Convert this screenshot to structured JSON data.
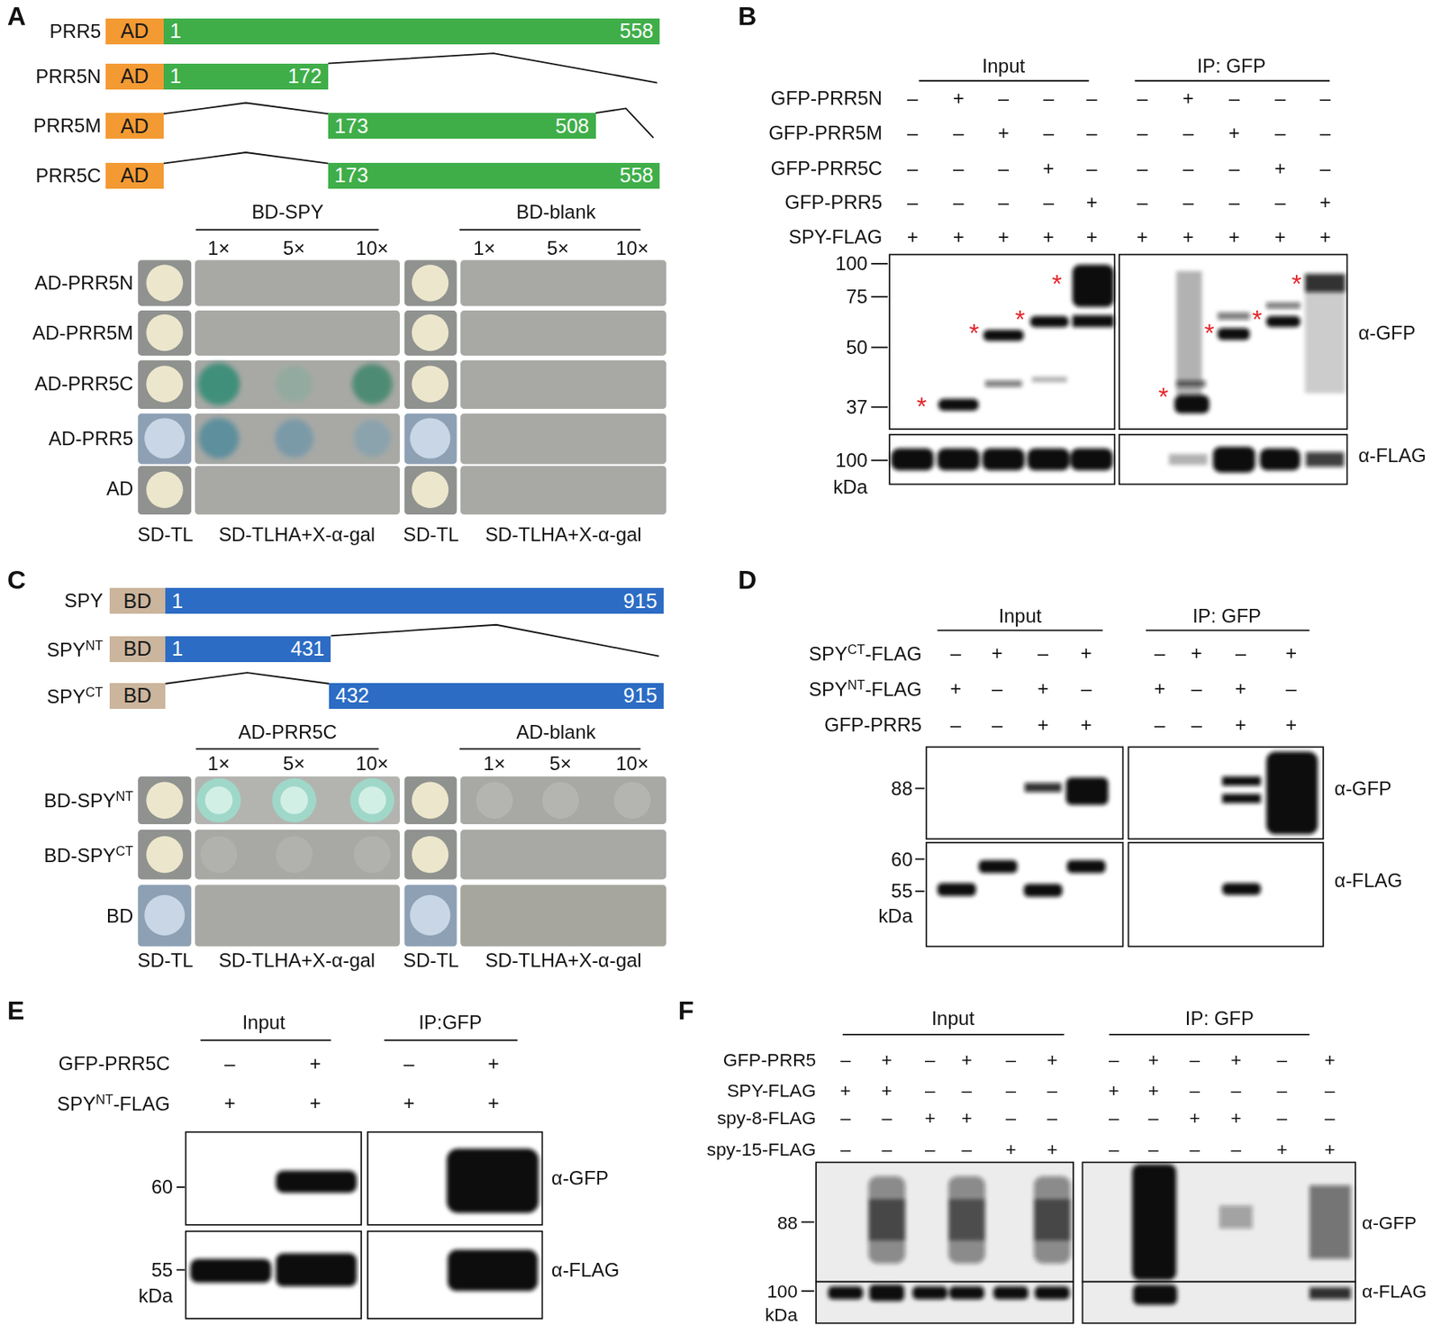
{
  "diagram": {
    "nodes": [
      {
        "text": [
          "AD"
        ]
      },
      {
        "text": [
          "1",
          "558"
        ]
      },
      {
        "text": [
          "AD"
        ]
      },
      {
        "text": [
          "1",
          "172"
        ]
      },
      {
        "text": [
          "AD"
        ]
      },
      {
        "text": [
          "173",
          "508"
        ]
      },
      {
        "text": [
          "AD"
        ]
      },
      {
        "text": [
          "173",
          "558"
        ]
      },
      {
        "text": [
          "BD"
        ]
      },
      {
        "text": [
          "1",
          "915"
        ]
      },
      {
        "text": [
          "BD"
        ]
      },
      {
        "text": [
          "1",
          "431"
        ]
      },
      {
        "text": [
          "BD"
        ]
      },
      {
        "text": [
          "432",
          "915"
        ]
      }
    ],
    "edges": [
      {
        "from": 4,
        "to": 5,
        "arrow": "none"
      },
      {
        "from": 6,
        "to": 7,
        "arrow": "none"
      },
      {
        "from": 12,
        "to": 13,
        "arrow": "none"
      }
    ],
    "labels": [
      "A",
      "PRR5",
      "PRR5N",
      "PRR5M",
      "PRR5C",
      "BD-SPY",
      "BD-blank",
      "1×",
      "5×",
      "10×",
      "1×",
      "5×",
      "10×",
      "AD-PRR5N",
      "AD-PRR5M",
      "AD-PRR5C",
      "AD-PRR5",
      "AD",
      "SD-TL",
      "SD-TLHA+X-α-gal",
      "SD-TL",
      "SD-TLHA+X-α-gal",
      "B",
      "Input",
      "IP: GFP",
      "GFP-PRR5N",
      "GFP-PRR5M",
      "GFP-PRR5C",
      "GFP-PRR5",
      "SPY-FLAG",
      "–",
      "+",
      "–",
      "–",
      "–",
      "–",
      "+",
      "–",
      "–",
      "–",
      "–",
      "–",
      "+",
      "–",
      "–",
      "–",
      "–",
      "+",
      "–",
      "–",
      "–",
      "–",
      "–",
      "+",
      "–",
      "–",
      "–",
      "–",
      "+",
      "–",
      "–",
      "–",
      "–",
      "–",
      "+",
      "–",
      "–",
      "–",
      "–",
      "+",
      "+",
      "+",
      "+",
      "+",
      "+",
      "+",
      "+",
      "+",
      "+",
      "+",
      "100",
      "75",
      "50",
      "37",
      "100",
      "kDa",
      "α-GFP",
      "α-FLAG",
      "*",
      "*",
      "*",
      "*",
      "*",
      "*",
      "*",
      "*",
      "C",
      "SPY",
      "SPY",
      "NT",
      "SPY",
      "CT",
      "AD-PRR5C",
      "AD-blank",
      "1×",
      "5×",
      "10×",
      "1×",
      "5×",
      "10×",
      "BD-SPY",
      "NT",
      "BD-SPY",
      "CT",
      "BD",
      "SD-TL",
      "SD-TLHA+X-α-gal",
      "SD-TL",
      "SD-TLHA+X-α-gal",
      "D",
      "Input",
      "IP: GFP",
      "SPY",
      "CT",
      "-FLAG",
      "SPY",
      "NT",
      "-FLAG",
      "GFP-PRR5",
      "–",
      "+",
      "–",
      "+",
      "–",
      "+",
      "–",
      "+",
      "+",
      "–",
      "+",
      "–",
      "+",
      "–",
      "+",
      "–",
      "–",
      "–",
      "+",
      "+",
      "–",
      "–",
      "+",
      "+",
      "88",
      "60",
      "55",
      "kDa",
      "α-GFP",
      "α-FLAG",
      "E",
      "Input",
      "IP:GFP",
      "GFP-PRR5C",
      "SPY",
      "NT",
      "-FLAG",
      "–",
      "+",
      "–",
      "+",
      "+",
      "+",
      "+",
      "+",
      "60",
      "55",
      "kDa",
      "α-GFP",
      "α-FLAG",
      "F",
      "Input",
      "IP: GFP",
      "GFP-PRR5",
      "SPY-FLAG",
      "spy-8-FLAG",
      "spy-15-FLAG",
      "–",
      "+",
      "–",
      "+",
      "–",
      "+",
      "–",
      "+",
      "–",
      "+",
      "–",
      "+",
      "+",
      "+",
      "–",
      "–",
      "–",
      "–",
      "+",
      "+",
      "–",
      "–",
      "–",
      "–",
      "–",
      "–",
      "+",
      "+",
      "–",
      "–",
      "–",
      "–",
      "+",
      "+",
      "–",
      "–",
      "–",
      "–",
      "–",
      "–",
      "+",
      "+",
      "–",
      "–",
      "–",
      "–",
      "+",
      "+",
      "88",
      "100",
      "kDa",
      "α-GFP",
      "α-FLAG"
    ]
  }
}
